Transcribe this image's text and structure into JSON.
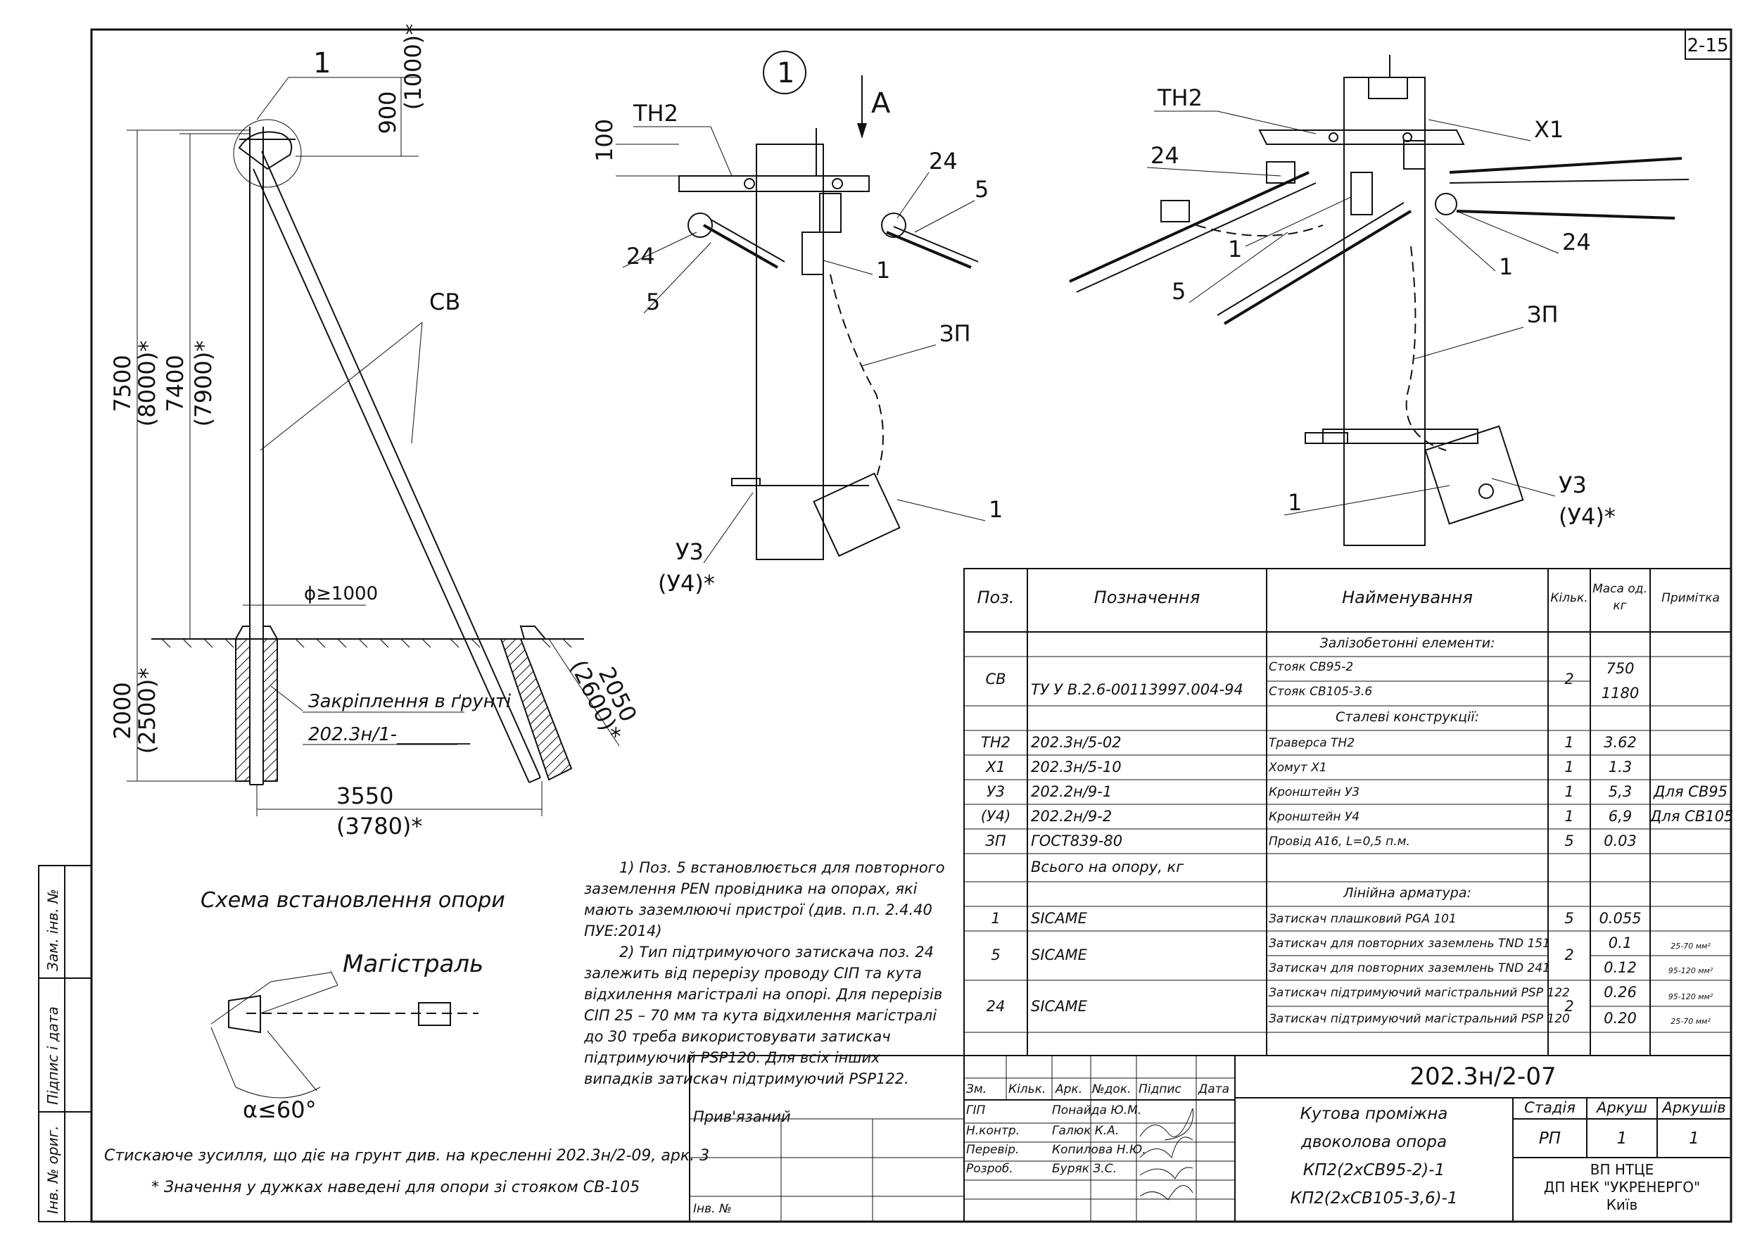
{
  "sheet": {
    "sheet_code": "2-15",
    "callout_detail": "1",
    "callout_top": "1",
    "view_arrow": "A"
  },
  "scheme": {
    "title": "Схема встановлення опори",
    "magistral": "Магістраль",
    "angle": "α≤60°",
    "labels": {
      "sv": "СВ",
      "dim_900": "900",
      "dim_1000": "(1000)*",
      "dim_7500": "7500",
      "dim_8000": "(8000)*",
      "dim_7400": "7400",
      "dim_7900": "(7900)*",
      "dim_2000": "2000",
      "dim_2500": "(2500)*",
      "dim_3550": "3550",
      "dim_3780": "(3780)*",
      "dim_2050": "2050",
      "dim_2600": "(2600)*",
      "diameter": "ϕ≥1000",
      "anchoring": "Закріплення в ґрунті",
      "anchoring_ref": "202.3н/1-________"
    }
  },
  "detail_left": {
    "labels": {
      "tn2": "ТН2",
      "dim_100": "100",
      "n24a": "24",
      "n24b": "24",
      "n5a": "5",
      "n5b": "5",
      "n1a": "1",
      "n1b": "1",
      "zp": "ЗП",
      "u3": "У3",
      "u4": "(У4)*"
    }
  },
  "detail_right": {
    "labels": {
      "tn2": "ТН2",
      "x1": "Х1",
      "n24a": "24",
      "n24b": "24",
      "n1a": "1",
      "n1b": "1",
      "n1c": "1",
      "n5": "5",
      "zp": "ЗП",
      "u3": "У3",
      "u4": "(У4)*"
    }
  },
  "notes": [
    "1) Поз. 5 встановлюється для повторного заземлення PEN провідника на опорах, які мають заземлюючі пристрої (див. п.п. 2.4.40 ПУЕ:2014)",
    "2) Тип підтримуючого затискача поз. 24 залежить від перерізу проводу СІП та кута відхилення магістралі на опорі. Для перерізів СІП 25 – 70 мм  та кута відхилення магістралі до 30 треба використовувати затискач підтримуючий PSP120. Для всіх інших випадків затискач підтримуючий PSP122."
  ],
  "footer": {
    "line1": "Стискаюче зусилля, що діє на грунт див. на кресленні 202.3н/2-09, арк. 3",
    "line2": "* Значення у дужках наведені для опори зі стояком СВ-105"
  },
  "spec_table": {
    "headers": {
      "pos": "Поз.",
      "designation": "Позначення",
      "name": "Найменування",
      "qty": "Кільк.",
      "mass": "Маса од. кг",
      "note": "Примітка"
    },
    "sections": {
      "concrete": "Залізобетонні елементи:",
      "steel": "Сталеві конструкції:",
      "fittings": "Лінійна арматура:"
    },
    "concrete_rows": [
      {
        "pos": "СВ",
        "designation": "ТУ У В.2.6-00113997.004-94",
        "name": "Стояк СВ95-2",
        "qty": "2",
        "mass": "750",
        "note": ""
      },
      {
        "pos": "",
        "designation": "",
        "name": "Стояк СВ105-3.6",
        "qty": "",
        "mass": "1180",
        "note": ""
      }
    ],
    "steel_rows": [
      {
        "pos": "ТН2",
        "designation": "202.3н/5-02",
        "name": "Траверса ТН2",
        "qty": "1",
        "mass": "3.62",
        "note": ""
      },
      {
        "pos": "Х1",
        "designation": "202.3н/5-10",
        "name": "Хомут Х1",
        "qty": "1",
        "mass": "1.3",
        "note": ""
      },
      {
        "pos": "У3",
        "designation": "202.2н/9-1",
        "name": "Кронштейн У3",
        "qty": "1",
        "mass": "5,3",
        "note": "Для СВ95"
      },
      {
        "pos": "(У4)",
        "designation": "202.2н/9-2",
        "name": "Кронштейн У4",
        "qty": "1",
        "mass": "6,9",
        "note": "Для СВ105"
      },
      {
        "pos": "ЗП",
        "designation": "ГОСТ839-80",
        "name": "Провід А16, L=0,5 п.м.",
        "qty": "5",
        "mass": "0.03",
        "note": ""
      },
      {
        "pos": "",
        "designation": "Всього на опору, кг",
        "name": "",
        "qty": "",
        "mass": "",
        "note": ""
      }
    ],
    "fitting_rows": [
      {
        "pos": "1",
        "designation": "SICAME",
        "name": "Затискач плашковий PGA 101",
        "qty": "5",
        "mass": "0.055",
        "note": ""
      },
      {
        "pos": "5",
        "designation": "SICAME",
        "name": "Затискач для повторних заземлень TND 151",
        "qty": "2",
        "mass": "0.1",
        "note": "25-70 мм²"
      },
      {
        "pos": "",
        "designation": "",
        "name": "Затискач для повторних заземлень TND 241",
        "qty": "",
        "mass": "0.12",
        "note": "95-120 мм²"
      },
      {
        "pos": "24",
        "designation": "SICAME",
        "name": "Затискач підтримуючий магістральний PSP 122",
        "qty": "2",
        "mass": "0.26",
        "note": "95-120 мм²"
      },
      {
        "pos": "",
        "designation": "",
        "name": "Затискач підтримуючий магістральний PSP 120",
        "qty": "",
        "mass": "0.20",
        "note": "25-70 мм²"
      }
    ]
  },
  "title_block": {
    "doc_code": "202.3н/2-07",
    "title_lines": [
      "Кутова проміжна",
      "двоколова опора",
      "КП2(2хСВ95-2)-1",
      "КП2(2хСВ105-3,6)-1"
    ],
    "headers": {
      "zm": "Зм.",
      "kilk": "Кільк.",
      "ark": "Арк.",
      "ndok": "№док.",
      "pidpys": "Підпис",
      "data": "Дата"
    },
    "stage_header": "Стадія",
    "sheet_header": "Аркуш",
    "sheets_header": "Аркушів",
    "stage": "РП",
    "sheet": "1",
    "sheets": "1",
    "org_lines": [
      "ВП НТЦЕ",
      "ДП НЕК \"УКРЕНЕРГО\"",
      "Київ"
    ],
    "staff": [
      {
        "role": "ГІП",
        "name": "Понайда Ю.М."
      },
      {
        "role": "Н.контр.",
        "name": "Галюк К.А."
      },
      {
        "role": "Перевір.",
        "name": "Копилова Н.Ю."
      },
      {
        "role": "Розроб.",
        "name": "Буряк З.С."
      }
    ],
    "bound": "Прив'язаний",
    "inv": "Інв. №"
  },
  "side_stamp": {
    "zam": "Зам. інв. №",
    "pidpys": "Підпис і дата",
    "orig": "Інв. № ориг."
  }
}
